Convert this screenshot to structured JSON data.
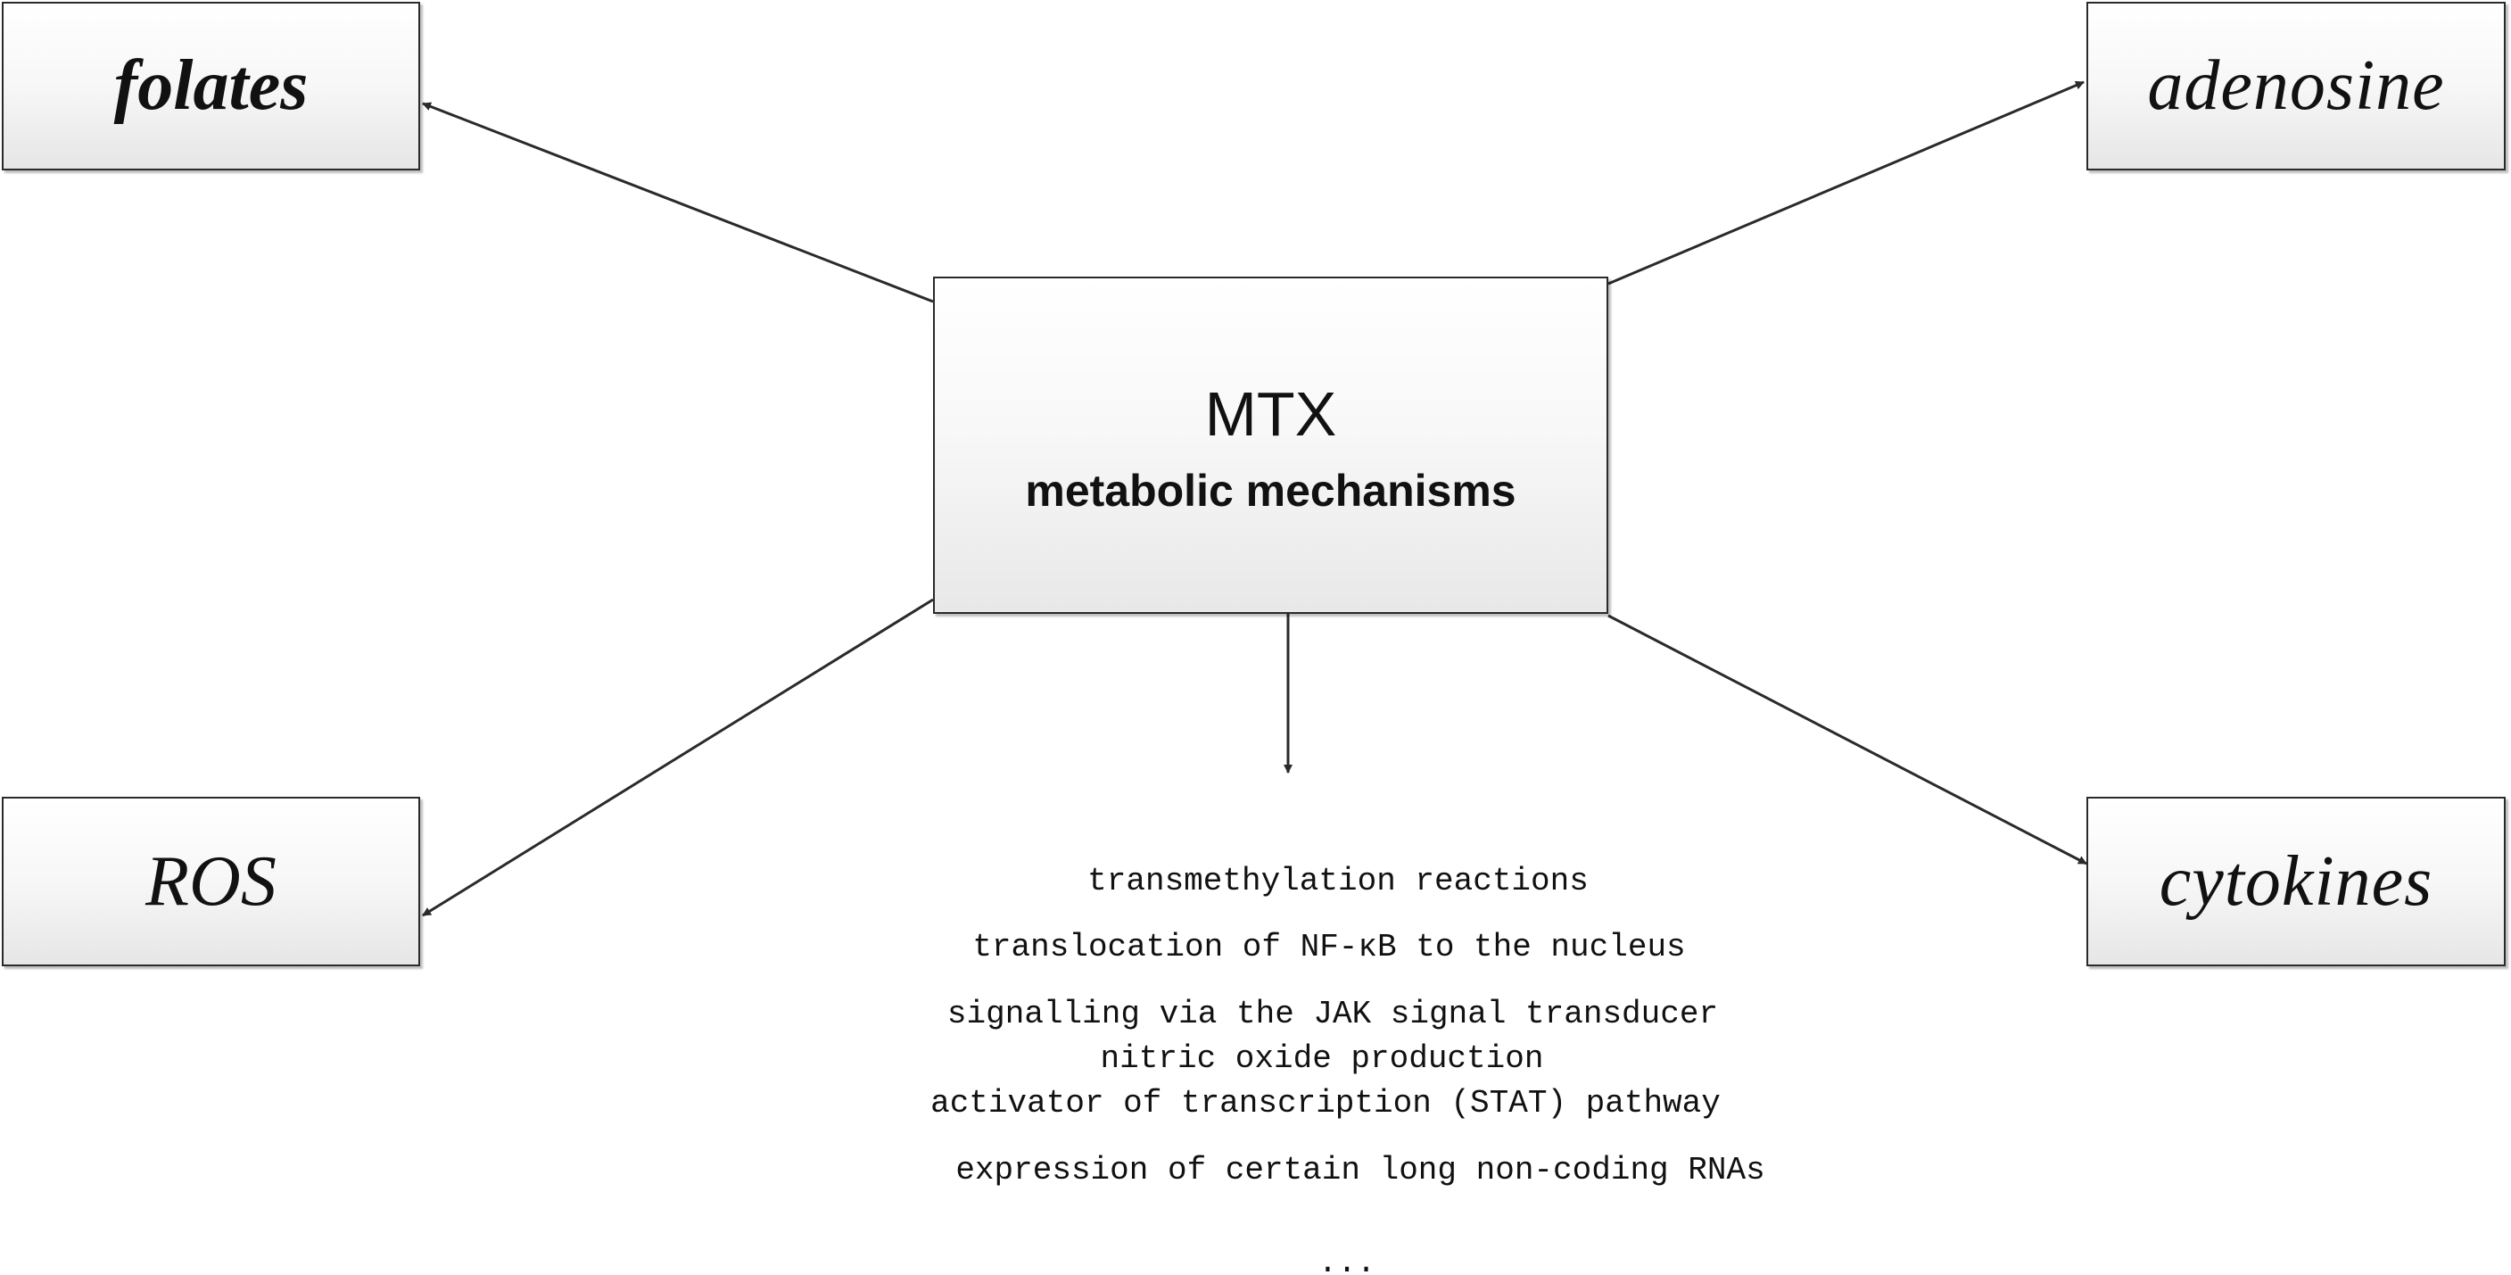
{
  "center": {
    "title": "MTX",
    "subtitle": "metabolic mechanisms"
  },
  "nodes": {
    "folates": "folates",
    "adenosine": "adenosine",
    "ros": "ROS",
    "cytokines": "cytokines"
  },
  "mechanisms": [
    "transmethylation reactions",
    "translocation of NF-κB to the nucleus",
    "signalling via the JAK signal transducer",
    "nitric oxide production",
    "activator of transcription (STAT) pathway",
    "expression of certain long non-coding RNAs",
    "..."
  ],
  "colors": {
    "stroke": "#2a2a2a",
    "text": "#111111"
  }
}
